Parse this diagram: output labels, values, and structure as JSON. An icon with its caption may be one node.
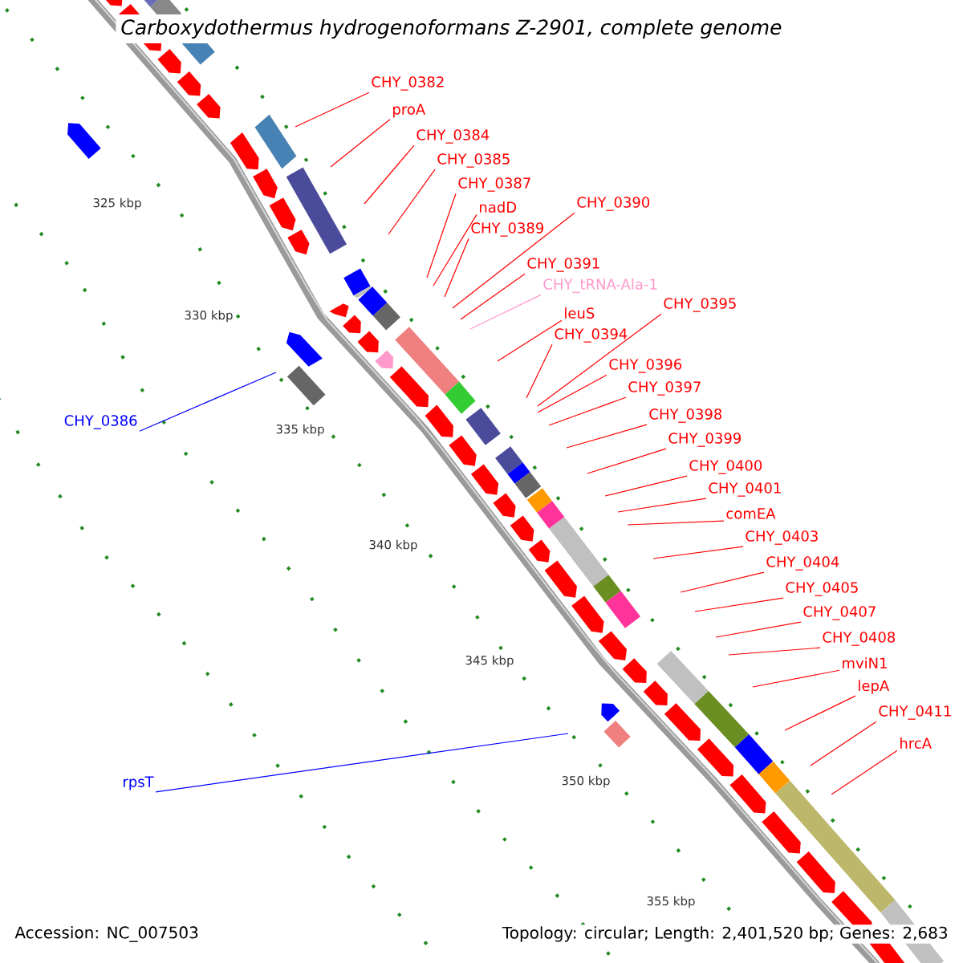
{
  "diagram": {
    "title": "Carboxydothermus hydrogenoformans Z-2901, complete genome",
    "nodes": [
      {
        "text": [
          "CHY_0382"
        ]
      },
      {
        "text": [
          "proA"
        ]
      },
      {
        "text": [
          "CHY_0384"
        ]
      },
      {
        "text": [
          "CHY_0385"
        ]
      },
      {
        "text": [
          "CHY_0386"
        ]
      },
      {
        "text": [
          "CHY_0387"
        ]
      },
      {
        "text": [
          "nadD"
        ]
      },
      {
        "text": [
          "CHY_0389"
        ]
      },
      {
        "text": [
          "CHY_0390"
        ]
      },
      {
        "text": [
          "CHY_0391"
        ]
      },
      {
        "text": [
          "CHY_tRNA-Ala-1"
        ]
      },
      {
        "text": [
          "leuS"
        ]
      },
      {
        "text": [
          "CHY_0394"
        ]
      },
      {
        "text": [
          "CHY_0395"
        ]
      },
      {
        "text": [
          "CHY_0396"
        ]
      },
      {
        "text": [
          "CHY_0397"
        ]
      },
      {
        "text": [
          "CHY_0398"
        ]
      },
      {
        "text": [
          "CHY_0399"
        ]
      },
      {
        "text": [
          "CHY_0400"
        ]
      },
      {
        "text": [
          "CHY_0401"
        ]
      },
      {
        "text": [
          "comEA"
        ]
      },
      {
        "text": [
          "CHY_0403"
        ]
      },
      {
        "text": [
          "CHY_0404"
        ]
      },
      {
        "text": [
          "CHY_0405"
        ]
      },
      {
        "text": [
          "CHY_0407"
        ]
      },
      {
        "text": [
          "CHY_0408"
        ]
      },
      {
        "text": [
          "mviN1"
        ]
      },
      {
        "text": [
          "lepA"
        ]
      },
      {
        "text": [
          "CHY_0411"
        ]
      },
      {
        "text": [
          "hrcA"
        ]
      },
      {
        "text": [
          "rpsT"
        ]
      }
    ],
    "edges": [
      {
        "from": 0,
        "to": null,
        "arrow": "none"
      },
      {
        "from": 1,
        "to": null,
        "arrow": "none"
      },
      {
        "from": 2,
        "to": null,
        "arrow": "none"
      },
      {
        "from": 3,
        "to": null,
        "arrow": "none"
      },
      {
        "from": 4,
        "to": null,
        "arrow": "none",
        "color": "#0000ff"
      },
      {
        "from": 5,
        "to": null,
        "arrow": "none"
      },
      {
        "from": 6,
        "to": null,
        "arrow": "none"
      },
      {
        "from": 7,
        "to": null,
        "arrow": "none"
      },
      {
        "from": 8,
        "to": null,
        "arrow": "none"
      },
      {
        "from": 9,
        "to": null,
        "arrow": "none"
      },
      {
        "from": 10,
        "to": null,
        "arrow": "none",
        "color": "#ff99cc"
      },
      {
        "from": 11,
        "to": null,
        "arrow": "none"
      },
      {
        "from": 12,
        "to": null,
        "arrow": "none"
      },
      {
        "from": 13,
        "to": null,
        "arrow": "none"
      },
      {
        "from": 14,
        "to": null,
        "arrow": "none"
      },
      {
        "from": 15,
        "to": null,
        "arrow": "none"
      },
      {
        "from": 16,
        "to": null,
        "arrow": "none"
      },
      {
        "from": 17,
        "to": null,
        "arrow": "none"
      },
      {
        "from": 18,
        "to": null,
        "arrow": "none"
      },
      {
        "from": 19,
        "to": null,
        "arrow": "none"
      },
      {
        "from": 20,
        "to": null,
        "arrow": "none"
      },
      {
        "from": 21,
        "to": null,
        "arrow": "none"
      },
      {
        "from": 22,
        "to": null,
        "arrow": "none"
      },
      {
        "from": 23,
        "to": null,
        "arrow": "none"
      },
      {
        "from": 24,
        "to": null,
        "arrow": "none"
      },
      {
        "from": 25,
        "to": null,
        "arrow": "none"
      },
      {
        "from": 26,
        "to": null,
        "arrow": "none"
      },
      {
        "from": 27,
        "to": null,
        "arrow": "none"
      },
      {
        "from": 28,
        "to": null,
        "arrow": "none"
      },
      {
        "from": 29,
        "to": null,
        "arrow": "none"
      },
      {
        "from": 30,
        "to": null,
        "arrow": "none",
        "color": "#0000ff"
      }
    ],
    "labels": [
      "325 kbp",
      "330 kbp",
      "335 kbp",
      "340 kbp",
      "345 kbp",
      "350 kbp",
      "355 kbp",
      "Accession: NC_007503",
      "Topology: circular; Length: 2,401,520 bp; Genes: 2,683"
    ]
  }
}
